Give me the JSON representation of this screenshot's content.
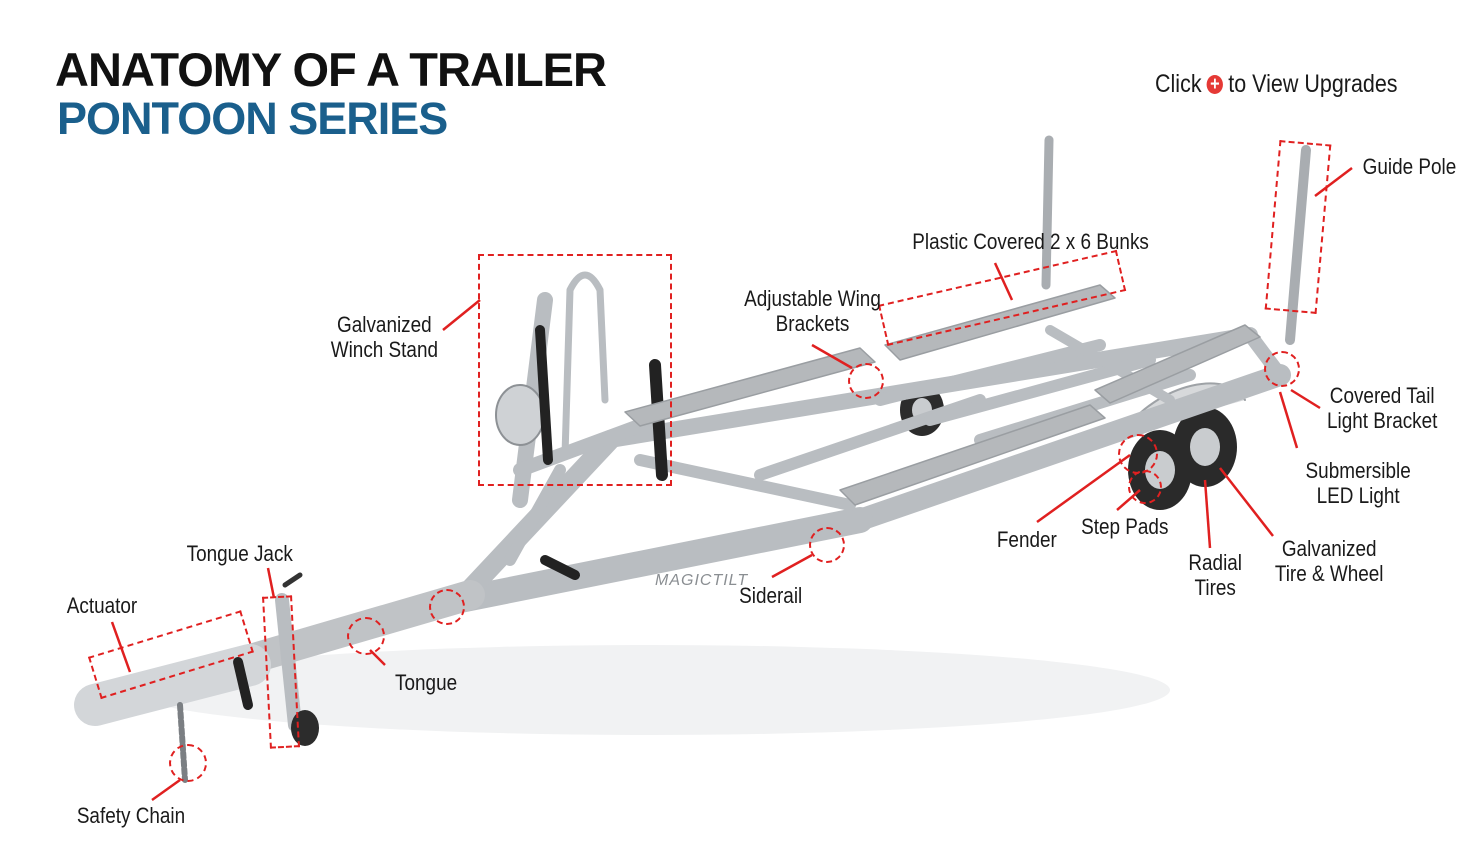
{
  "header": {
    "title": "ANATOMY OF A TRAILER",
    "subtitle": "PONTOON SERIES"
  },
  "hint": {
    "before": "Click",
    "after": "to View Upgrades",
    "icon": "plus-circle-icon"
  },
  "brand": {
    "logo_text": "MAGICTILT"
  },
  "colors": {
    "title": "#111111",
    "subtitle": "#1a5f8c",
    "callout": "#e02020",
    "hint_icon": "#e53935",
    "frame": "#c9cccf",
    "bunk": "#b5b8bb"
  },
  "labels": {
    "guide_pole": "Guide Pole",
    "bunks": "Plastic Covered 2 x 6 Bunks",
    "wing_brackets": "Adjustable Wing\nBrackets",
    "winch_stand": "Galvanized\nWinch Stand",
    "tail_light_bracket": "Covered Tail\nLight Bracket",
    "led_light": "Submersible\nLED Light",
    "fender": "Fender",
    "step_pads": "Step Pads",
    "radial_tires": "Radial\nTires",
    "tire_wheel": "Galvanized\nTire & Wheel",
    "siderail": "Siderail",
    "tongue_jack": "Tongue Jack",
    "actuator": "Actuator",
    "tongue": "Tongue",
    "safety_chain": "Safety Chain"
  }
}
